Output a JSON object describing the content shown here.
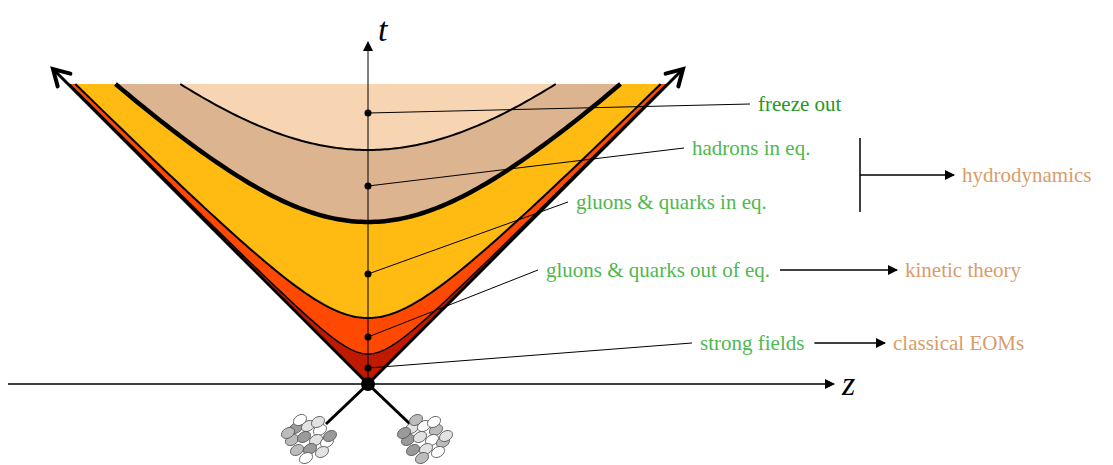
{
  "diagram": {
    "labels": [
      "t",
      "z",
      "freeze out",
      "hadrons in eq.",
      "hydrodynamics",
      "gluons & quarks in eq.",
      "gluons & quarks out of eq.",
      "kinetic theory",
      "strong fields",
      "classical EOMs"
    ]
  }
}
